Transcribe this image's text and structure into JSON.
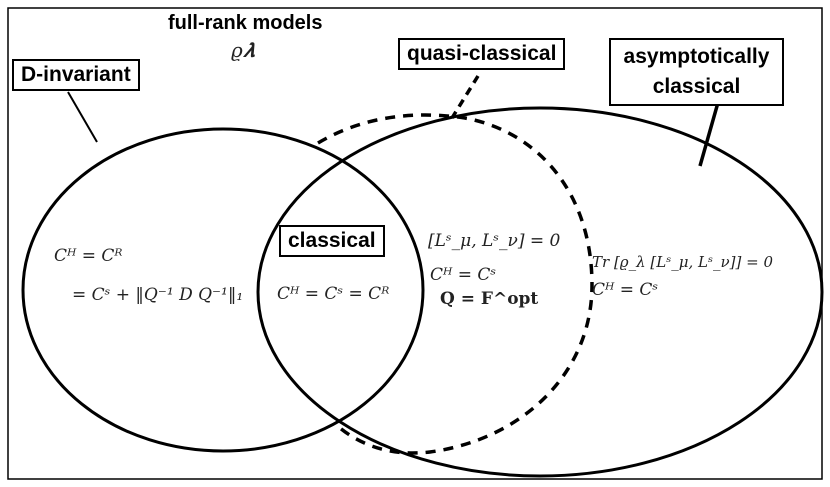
{
  "title": "full-rank models",
  "title_symbol": "ϱ𝝀",
  "labels": {
    "d_invariant": "D-invariant",
    "quasi_classical": "quasi-classical",
    "asymptotically_classical_line1": "asymptotically",
    "asymptotically_classical_line2": "classical",
    "classical": "classical"
  },
  "equations": {
    "d_invariant_line1": "Cᴴ = Cᴿ",
    "d_invariant_line2": "= Cˢ + ‖Q⁻¹ D Q⁻¹‖₁",
    "classical": "Cᴴ = Cˢ = Cᴿ",
    "quasi_line1": "[Lˢ_μ, Lˢ_ν] = 0",
    "quasi_line2": "Cᴴ = Cˢ",
    "quasi_line3": "Q = F^opt",
    "asym_line1": "Tr [ϱ_λ [Lˢ_μ, Lˢ_ν]] = 0",
    "asym_line2": "Cᴴ = Cˢ"
  }
}
